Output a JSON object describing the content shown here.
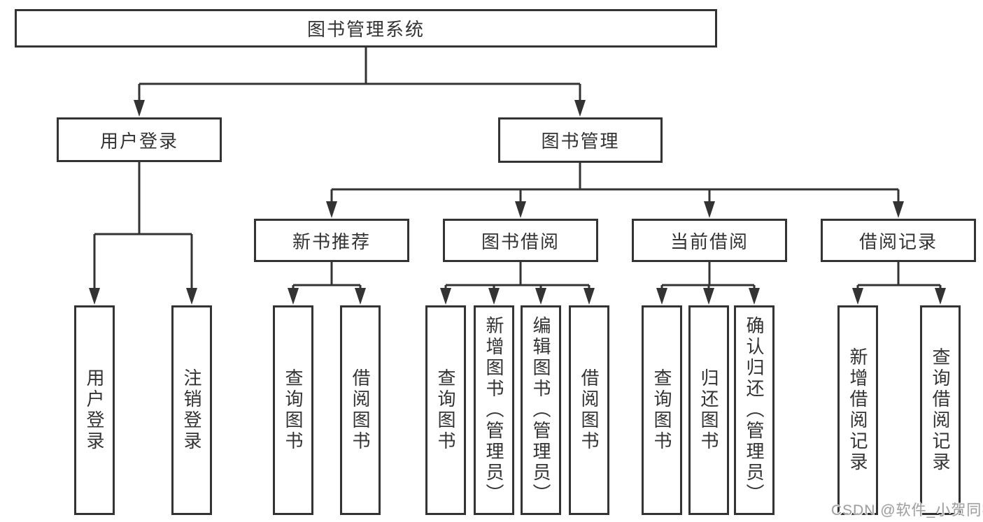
{
  "colors": {
    "line": "#333333",
    "box_border": "#333333",
    "text": "#333333",
    "background": "#ffffff",
    "watermark": "#9e9e9e"
  },
  "tree": {
    "root": {
      "label": "图书管理系统"
    },
    "branches": [
      {
        "label": "用户登录",
        "leaves": [
          {
            "label": "用户登录"
          },
          {
            "label": "注销登录"
          }
        ]
      },
      {
        "label": "图书管理",
        "groups": [
          {
            "label": "新书推荐",
            "leaves": [
              {
                "label": "查询图书"
              },
              {
                "label": "借阅图书"
              }
            ]
          },
          {
            "label": "图书借阅",
            "leaves": [
              {
                "label": "查询图书"
              },
              {
                "label": "新增图书（管理员）"
              },
              {
                "label": "编辑图书（管理员）"
              },
              {
                "label": "借阅图书"
              }
            ]
          },
          {
            "label": "当前借阅",
            "leaves": [
              {
                "label": "查询图书"
              },
              {
                "label": "归还图书"
              },
              {
                "label": "确认归还（管理员）"
              }
            ]
          },
          {
            "label": "借阅记录",
            "leaves": [
              {
                "label": "新增借阅记录"
              },
              {
                "label": "查询借阅记录"
              }
            ]
          }
        ]
      }
    ]
  },
  "watermark": {
    "text": "CSDN @软件_小贺同学"
  }
}
